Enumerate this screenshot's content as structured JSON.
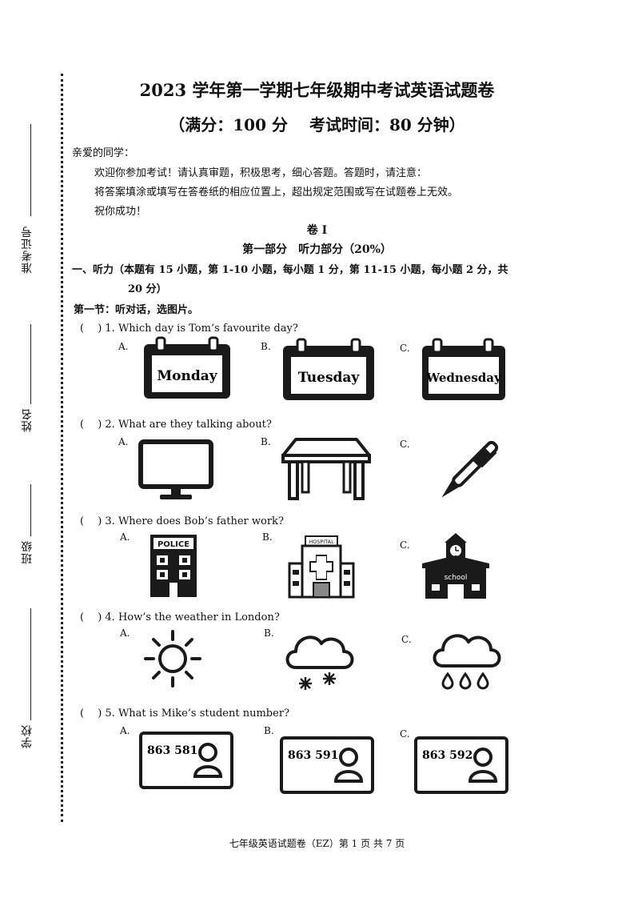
{
  "header": {
    "title": "2023 学年第一学期七年级期中考试英语试题卷",
    "subtitle": "（满分：100 分　 考试时间：80 分钟）"
  },
  "sidebar": {
    "labels": [
      "准考证号",
      "姓名",
      "班级",
      "学校"
    ]
  },
  "intro": {
    "greeting": "亲爱的同学：",
    "line1": "欢迎你参加考试！请认真审题，积极思考，细心答题。答题时，请注意：",
    "line2": "将答案填涂或填写在答卷纸的相应位置上，超出规定范围或写在试题卷上无效。",
    "line3": "祝你成功！"
  },
  "part": {
    "volume": "卷 I",
    "section": "第一部分　听力部分（20%）",
    "instruction_line1": "一、听力（本题有 15 小题，第 1-10 小题，每小题 1 分，第 11-15 小题，每小题 2 分，共",
    "instruction_line2": "20 分）",
    "subsection": "第一节：听对话，选图片。"
  },
  "questions": [
    {
      "stem": "(　 ) 1. Which day is Tom’s favourite day?",
      "options": [
        {
          "letter": "A.",
          "text": "Monday"
        },
        {
          "letter": "B.",
          "text": "Tuesday"
        },
        {
          "letter": "C.",
          "text": "Wednesday"
        }
      ]
    },
    {
      "stem": "(　 ) 2. What are they talking about?",
      "options": [
        {
          "letter": "A.",
          "icon": "computer-monitor-icon"
        },
        {
          "letter": "B.",
          "icon": "desk-icon"
        },
        {
          "letter": "C.",
          "icon": "pen-icon"
        }
      ]
    },
    {
      "stem": "(　 ) 3. Where does Bob’s father work?",
      "options": [
        {
          "letter": "A.",
          "text": "POLICE"
        },
        {
          "letter": "B.",
          "text": "HOSPITAL"
        },
        {
          "letter": "C.",
          "text": "school"
        }
      ]
    },
    {
      "stem": "(　 ) 4. How’s the weather in London?",
      "options": [
        {
          "letter": "A.",
          "icon": "sun-icon"
        },
        {
          "letter": "B.",
          "icon": "snow-cloud-icon"
        },
        {
          "letter": "C.",
          "icon": "rain-cloud-icon"
        }
      ]
    },
    {
      "stem": "(　 ) 5. What is Mike’s student number?",
      "options": [
        {
          "letter": "A.",
          "text": "863 581"
        },
        {
          "letter": "B.",
          "text": "863 591"
        },
        {
          "letter": "C.",
          "text": "863 592"
        }
      ]
    }
  ],
  "footer": "七年级英语试题卷（EZ）第 1 页 共 7 页"
}
